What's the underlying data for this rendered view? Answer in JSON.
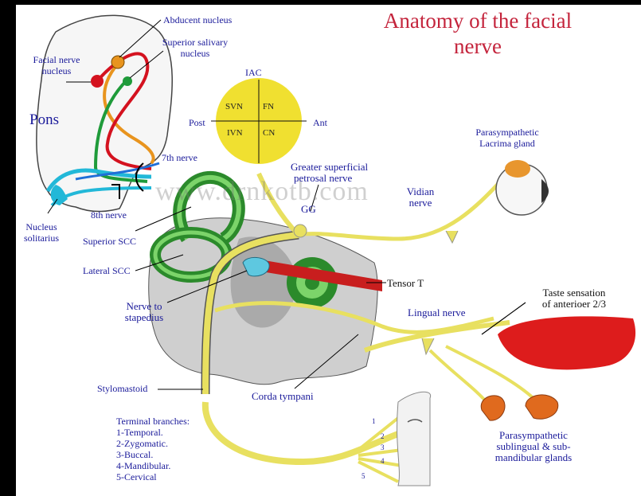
{
  "title_line1": "Anatomy of the facial",
  "title_line2": "nerve",
  "watermark": "www.drnkotb.com",
  "pons": "Pons",
  "iac": {
    "label": "IAC",
    "svn": "SVN",
    "fn": "FN",
    "ivn": "IVN",
    "cn": "CN",
    "post": "Post",
    "ant": "Ant"
  },
  "labels": {
    "abducent": "Abducent nucleus",
    "salivary1": "Superior salivary",
    "salivary2": "nucleus",
    "facial_nucleus1": "Facial nerve",
    "facial_nucleus2": "nucleus",
    "seventh": "7th nerve",
    "eighth": "8th nerve",
    "solitarius1": "Nucleus",
    "solitarius2": "solitarius",
    "superior_scc": "Superior SCC",
    "lateral_scc": "Lateral SCC",
    "stapedius1": "Nerve to",
    "stapedius2": "stapedius",
    "stylomastoid": "Stylomastoid",
    "corda": "Corda tympani",
    "gsp1": "Greater superficial",
    "gsp2": "petrosal nerve",
    "gg": "GG",
    "vidian1": "Vidian",
    "vidian2": "nerve",
    "lacrima1": "Parasympathetic",
    "lacrima2": "Lacrima gland",
    "tensor": "Tensor T",
    "lingual": "Lingual nerve",
    "taste1": "Taste sensation",
    "taste2": "of anterioer 2/3",
    "para1": "Parasympathetic",
    "para2": "sublingual & sub-",
    "para3": "mandibular glands"
  },
  "terminal": {
    "heading": "Terminal branches:",
    "items": [
      "1-Temporal.",
      "2-Zygomatic.",
      "3-Buccal.",
      "4-Mandibular.",
      "5-Cervical"
    ],
    "numbers": [
      "1",
      "2",
      "3",
      "4",
      "5"
    ]
  },
  "colors": {
    "title": "#c4243c",
    "label": "#1a1a9a",
    "nerve": "#e8e060",
    "tongue": "#dd1c1c",
    "gland": "#e06a1e",
    "iac_disc": "#f0e030"
  }
}
